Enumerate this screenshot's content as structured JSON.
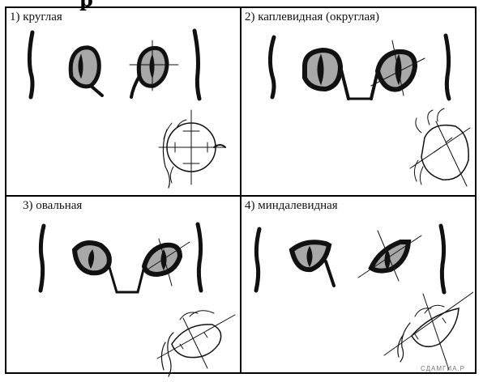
{
  "heading_fragment": "р",
  "panels": [
    {
      "label": "1) круглая"
    },
    {
      "label": "2) каплевидная (округлая)"
    },
    {
      "label": "3) овальная"
    },
    {
      "label": "4) миндалевидная"
    }
  ],
  "watermark": "СДАМГИА.Р",
  "colors": {
    "iris": "#a8a8a8",
    "ink": "#111111"
  }
}
